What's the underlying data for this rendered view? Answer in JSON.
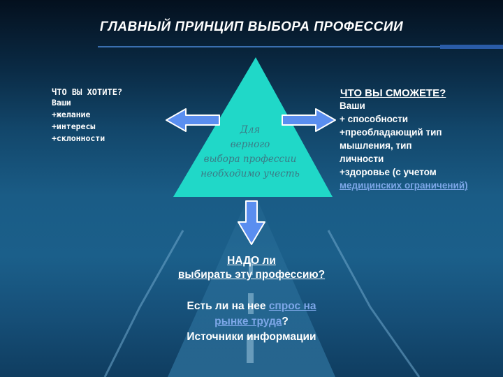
{
  "title": "ГЛАВНЫЙ ПРИНЦИП ВЫБОРА ПРОФЕССИИ",
  "left": {
    "heading": "ЧТО ВЫ ХОТИТЕ?",
    "lines": [
      "Ваши",
      "+желание",
      "+интересы",
      "+склонности"
    ]
  },
  "right": {
    "heading": "ЧТО ВЫ СМОЖЕТЕ?",
    "lines": [
      "Ваши",
      "+ способности",
      "+преобладающий тип",
      "мышления, тип",
      "личности",
      "+здоровье (с учетом",
      "медицинских ограничений)"
    ]
  },
  "triangle": {
    "lines": [
      "Для",
      "верного",
      "выбора профессии",
      "необходимо учесть"
    ]
  },
  "question": {
    "line1": "НАДО ли",
    "line2": "выбирать эту профессию?"
  },
  "demand": {
    "before": "Есть ли на нее ",
    "link1": "спрос на",
    "link2": "рынке труда",
    "after": "?",
    "sources": "Источники информации"
  },
  "colors": {
    "triangle": "#20d8c8",
    "arrow_fill": "#5a8ef0",
    "arrow_stroke": "#ffffff",
    "link": "#7da7e8"
  }
}
